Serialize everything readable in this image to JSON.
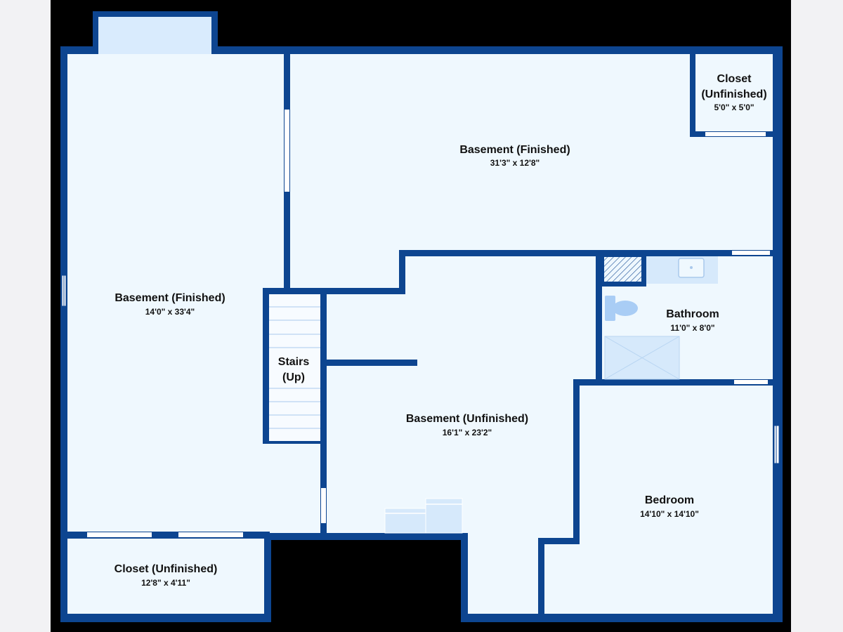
{
  "colors": {
    "backdrop": "#000000",
    "margin": "#f2f2f4",
    "floor": "#eff8fe",
    "wall": "#0d4590",
    "door": "#ffffff",
    "fixture": "#d6e9fb",
    "fixture_line": "#a9c9ec",
    "window_well": "#d9ebfd",
    "text": "#111111"
  },
  "rooms": {
    "basement_finished_left": {
      "name": "Basement (Finished)",
      "dims": "14'0\" x 33'4\""
    },
    "basement_finished_top": {
      "name": "Basement (Finished)",
      "dims": "31'3\" x 12'8\""
    },
    "closet_top_right": {
      "name_line1": "Closet",
      "name_line2": "(Unfinished)",
      "dims": "5'0\" x 5'0\""
    },
    "stairs": {
      "name_line1": "Stairs",
      "name_line2": "(Up)"
    },
    "basement_unfinished": {
      "name": "Basement (Unfinished)",
      "dims": "16'1\" x 23'2\""
    },
    "bathroom": {
      "name": "Bathroom",
      "dims": "11'0\" x 8'0\""
    },
    "bedroom": {
      "name": "Bedroom",
      "dims": "14'10\" x 14'10\""
    },
    "closet_bottom": {
      "name": "Closet (Unfinished)",
      "dims": "12'8\" x 4'11\""
    }
  },
  "icons": [
    "toilet-icon",
    "sink-icon",
    "shower-icon",
    "stairs-icon",
    "window-well-icon",
    "storage-box-icon"
  ]
}
